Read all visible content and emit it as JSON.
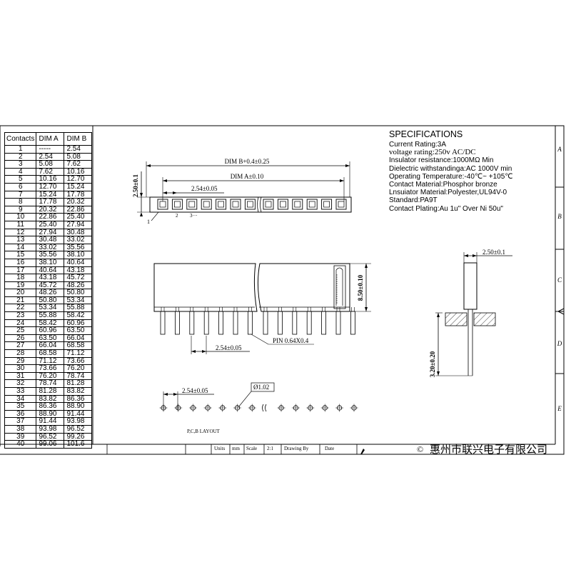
{
  "table": {
    "headers": [
      "Contacts",
      "DIM A",
      "DIM B"
    ],
    "rows": [
      [
        "1",
        "-----",
        "2.54"
      ],
      [
        "2",
        "2.54",
        "5.08"
      ],
      [
        "3",
        "5.08",
        "7.62"
      ],
      [
        "4",
        "7.62",
        "10.16"
      ],
      [
        "5",
        "10.16",
        "12.70"
      ],
      [
        "6",
        "12.70",
        "15.24"
      ],
      [
        "7",
        "15.24",
        "17.78"
      ],
      [
        "8",
        "17.78",
        "20.32"
      ],
      [
        "9",
        "20.32",
        "22.86"
      ],
      [
        "10",
        "22.86",
        "25.40"
      ],
      [
        "11",
        "25.40",
        "27.94"
      ],
      [
        "12",
        "27.94",
        "30.48"
      ],
      [
        "13",
        "30.48",
        "33.02"
      ],
      [
        "14",
        "33.02",
        "35.56"
      ],
      [
        "15",
        "35.56",
        "38.10"
      ],
      [
        "16",
        "38.10",
        "40.64"
      ],
      [
        "17",
        "40.64",
        "43.18"
      ],
      [
        "18",
        "43.18",
        "45.72"
      ],
      [
        "19",
        "45.72",
        "48.26"
      ],
      [
        "20",
        "48.26",
        "50.80"
      ],
      [
        "21",
        "50.80",
        "53.34"
      ],
      [
        "22",
        "53.34",
        "55.88"
      ],
      [
        "23",
        "55.88",
        "58.42"
      ],
      [
        "24",
        "58.42",
        "60.96"
      ],
      [
        "25",
        "60.96",
        "63.50"
      ],
      [
        "26",
        "63.50",
        "66.04"
      ],
      [
        "27",
        "66.04",
        "68.58"
      ],
      [
        "28",
        "68.58",
        "71.12"
      ],
      [
        "29",
        "71.12",
        "73.66"
      ],
      [
        "30",
        "73.66",
        "76.20"
      ],
      [
        "31",
        "76.20",
        "78.74"
      ],
      [
        "32",
        "78.74",
        "81.28"
      ],
      [
        "33",
        "81.28",
        "83.82"
      ],
      [
        "34",
        "83.82",
        "86.36"
      ],
      [
        "35",
        "86.36",
        "88.90"
      ],
      [
        "36",
        "88.90",
        "91.44"
      ],
      [
        "37",
        "91.44",
        "93.98"
      ],
      [
        "38",
        "93.98",
        "96.52"
      ],
      [
        "39",
        "96.52",
        "99.26"
      ],
      [
        "40",
        "99.06",
        "101.6"
      ]
    ]
  },
  "specs": {
    "title": "SPECIFICATIONS",
    "lines": [
      "Current Rating:3A",
      "voltage rating:250v AC/DC",
      "Insulator resistance:1000MΩ Min",
      "Dielectric withstandinga:AC 1000V min",
      "Operating Temperature:-40℃~ +105℃",
      "Contact Material:Phosphor bronze",
      "Lnsuiator Material:Polyester,UL94V-0",
      "Standard:PA9T",
      "Contact Plating:Au 1u\" Over Ni 50u\""
    ]
  },
  "dims": {
    "dim_b": "DIM B+0.4±0.25",
    "dim_a": "DIM A±0.10",
    "pitch_top": "2.54±0.05",
    "height_top": "2.50±0.1",
    "pin1": "1",
    "pin2": "2",
    "pin3": "3···",
    "body_height": "8.50±0.10",
    "pitch_front": "2.54±0.05",
    "pin_size": "PIN 0.64X0.4",
    "pitch_pcb": "2.54±0.05",
    "hole_dia": "Ø1.02",
    "pcb_layout": "P,C,B LAYOUT",
    "side_width": "2.50±0.1",
    "side_tail": "3.20±0.20"
  },
  "frame": {
    "row_letters": [
      "A",
      "B",
      "C",
      "D",
      "E"
    ],
    "title_block": [
      "Units",
      "mm",
      "Scale",
      "2:1",
      "Drawing By",
      "Date"
    ],
    "company": "惠州市联兴电子有限公司",
    "company_prefix": "©"
  }
}
